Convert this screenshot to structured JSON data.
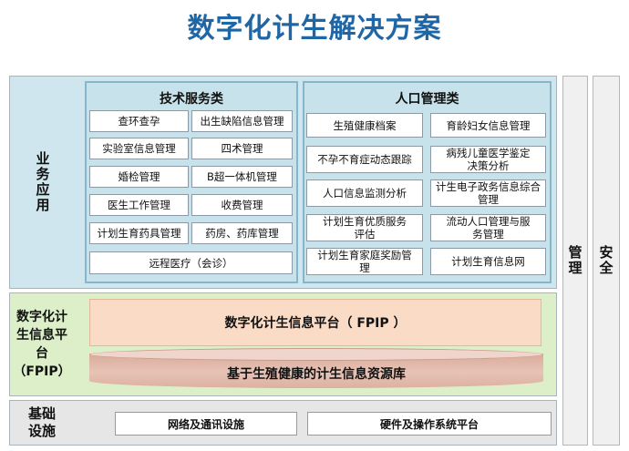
{
  "title": "数字化计生解决方案",
  "layers": {
    "business": {
      "label": "业务应用",
      "tech_group": {
        "title": "技术服务类",
        "items": [
          "查环查孕",
          "出生缺陷信息管理",
          "实验室信息管理",
          "四术管理",
          "婚检管理",
          "B超一体机管理",
          "医生工作管理",
          "收费管理",
          "计划生育药具管理",
          "药房、药库管理",
          "远程医疗（会诊）"
        ]
      },
      "pop_group": {
        "title": "人口管理类",
        "items": [
          "生殖健康档案",
          "育龄妇女信息管理",
          "不孕不育症动态跟踪",
          "病残儿童医学鉴定决策分析",
          "人口信息监测分析",
          "计生电子政务信息综合管理",
          "计划生育优质服务评估",
          "流动人口管理与服务管理",
          "计划生育家庭奖励管理",
          "计划生育信息网"
        ]
      }
    },
    "platform": {
      "label": "数字化计生信息平台（FPIP）",
      "platform_box": "数字化计生信息平台（ FPIP ）",
      "database": "基于生殖健康的计生信息资源库"
    },
    "infra": {
      "label": "基础设施",
      "items": [
        "网络及通讯设施",
        "硬件及操作系统平台"
      ]
    }
  },
  "side": {
    "management": "管理",
    "security": "安全"
  },
  "colors": {
    "title": "#1f66a6",
    "business_band": "#cfe6ee",
    "platform_band": "#dcefc9",
    "platform_box": "#fadbc5",
    "infra_band": "#e6e6e6"
  }
}
